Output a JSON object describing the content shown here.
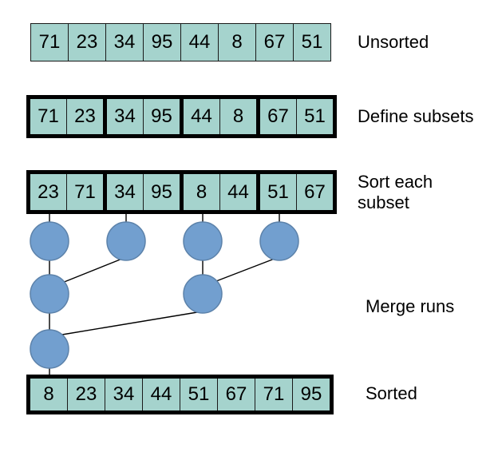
{
  "colors": {
    "background": "#ffffff",
    "cell_fill": "#a5d3cd",
    "cell_border": "#1a1a1a",
    "group_border": "#000000",
    "circle_fill": "#729fcf",
    "circle_stroke": "#5c82aa",
    "line_color": "#000000",
    "text_color": "#000000"
  },
  "stages": [
    {
      "label": "Unsorted",
      "values": [
        71,
        23,
        34,
        95,
        44,
        8,
        67,
        51
      ]
    },
    {
      "label": "Define subsets",
      "values": [
        71,
        23,
        34,
        95,
        44,
        8,
        67,
        51
      ],
      "group_size": 2
    },
    {
      "label": "Sort each subset",
      "values": [
        23,
        71,
        34,
        95,
        8,
        44,
        51,
        67
      ],
      "group_size": 2
    },
    {
      "label": "Merge runs",
      "merge_levels": [
        4,
        2,
        1
      ]
    },
    {
      "label": "Sorted",
      "values": [
        8,
        23,
        34,
        44,
        51,
        67,
        71,
        95
      ]
    }
  ]
}
